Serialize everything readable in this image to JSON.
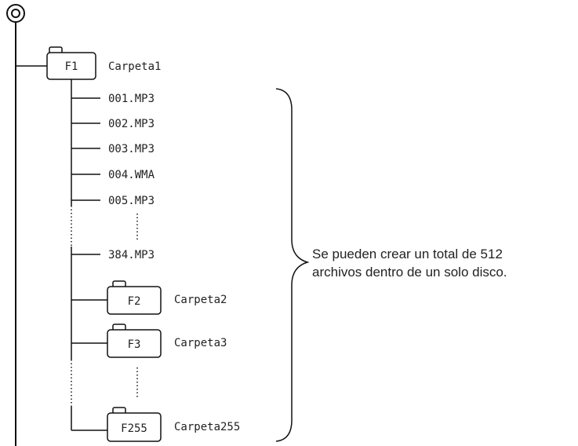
{
  "root": {
    "icon": "disc-icon"
  },
  "folders": [
    {
      "id": "F1",
      "label": "Carpeta1"
    },
    {
      "id": "F2",
      "label": "Carpeta2"
    },
    {
      "id": "F3",
      "label": "Carpeta3"
    },
    {
      "id": "F255",
      "label": "Carpeta255"
    }
  ],
  "files": [
    "001.MP3",
    "002.MP3",
    "003.MP3",
    "004.WMA",
    "005.MP3",
    "384.MP3"
  ],
  "note": {
    "line1": "Se pueden crear un total de 512",
    "line2": "archivos dentro de un solo disco."
  }
}
